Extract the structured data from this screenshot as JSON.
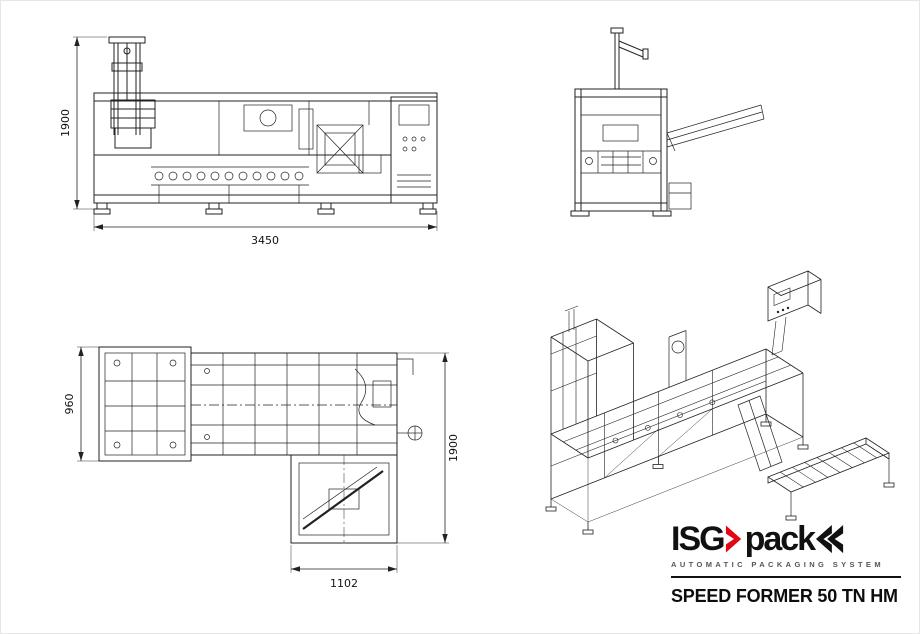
{
  "branding": {
    "logo_text_isg": "ISG",
    "logo_text_pack": "pack",
    "tagline": "AUTOMATIC PACKAGING SYSTEM",
    "model_title": "SPEED FORMER 50 TN HM",
    "accent_red": "#e30613",
    "ink_color": "#222222"
  },
  "views": {
    "front_elevation": {
      "name": "Front elevation drawing",
      "dim_height_mm": "1900",
      "dim_width_mm": "3450"
    },
    "side_elevation": {
      "name": "Side elevation drawing"
    },
    "plan": {
      "name": "Plan view drawing",
      "dim_depth_mm": "960",
      "dim_total_mm": "1900",
      "dim_extension_mm": "1102"
    },
    "isometric": {
      "name": "Isometric view drawing"
    }
  }
}
